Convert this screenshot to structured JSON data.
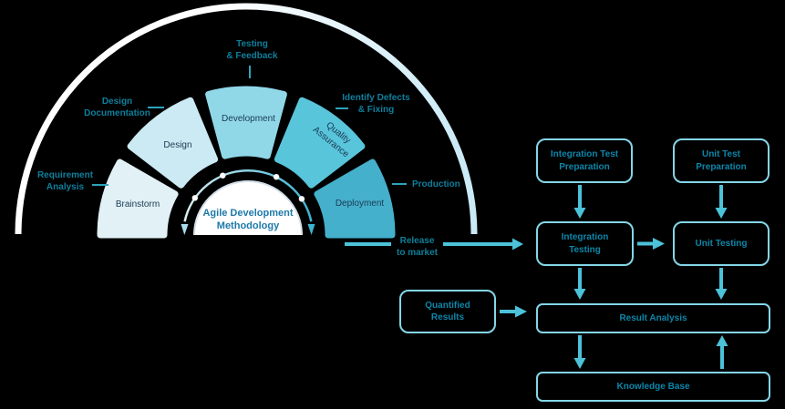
{
  "background": "#000000",
  "colors": {
    "outer_arc_start": "#ffffff",
    "outer_arc_end": "#c9e9f6",
    "label_teal": "#0e7f9d",
    "segment_text": "#1b3a52",
    "center_title_color": "#1d79a8",
    "box_border": "#84d6e8",
    "box_text": "#0c86aa",
    "arrow_cyan": "#4cc2d9",
    "tick_teal": "#2da4bc"
  },
  "methodology": {
    "center_title_lines": [
      "Agile Development",
      "Methodology"
    ],
    "segments": [
      {
        "name": "Brainstorm",
        "outer_label_lines": [
          "Requirement",
          "Analysis"
        ],
        "color": "#e1f1f6"
      },
      {
        "name": "Design",
        "outer_label_lines": [
          "Design",
          "Documentation"
        ],
        "color": "#cbeaf3"
      },
      {
        "name": "Development",
        "outer_label_lines": [
          "Testing",
          "& Feedback"
        ],
        "color": "#90d8e8"
      },
      {
        "name_lines": [
          "Quality",
          "Assurance"
        ],
        "outer_label_lines": [
          "Identify Defects",
          "& Fixing"
        ],
        "color": "#58c5db"
      },
      {
        "name": "Deployment",
        "outer_label": "Production",
        "color": "#45b0cc"
      }
    ],
    "release_label_lines": [
      "Release",
      "to market"
    ]
  },
  "flowchart": {
    "boxes": {
      "integration_test_preparation": {
        "lines": [
          "Integration Test",
          "Preparation"
        ]
      },
      "unit_test_preparation": {
        "lines": [
          "Unit Test",
          "Preparation"
        ]
      },
      "integration_testing": {
        "lines": [
          "Integration",
          "Testing"
        ]
      },
      "unit_testing": {
        "label": "Unit Testing"
      },
      "quantified_results": {
        "lines": [
          "Quantified",
          "Results"
        ]
      },
      "result_analysis": {
        "label": "Result Analysis"
      },
      "knowledge_base": {
        "label": "Knowledge Base"
      }
    }
  }
}
